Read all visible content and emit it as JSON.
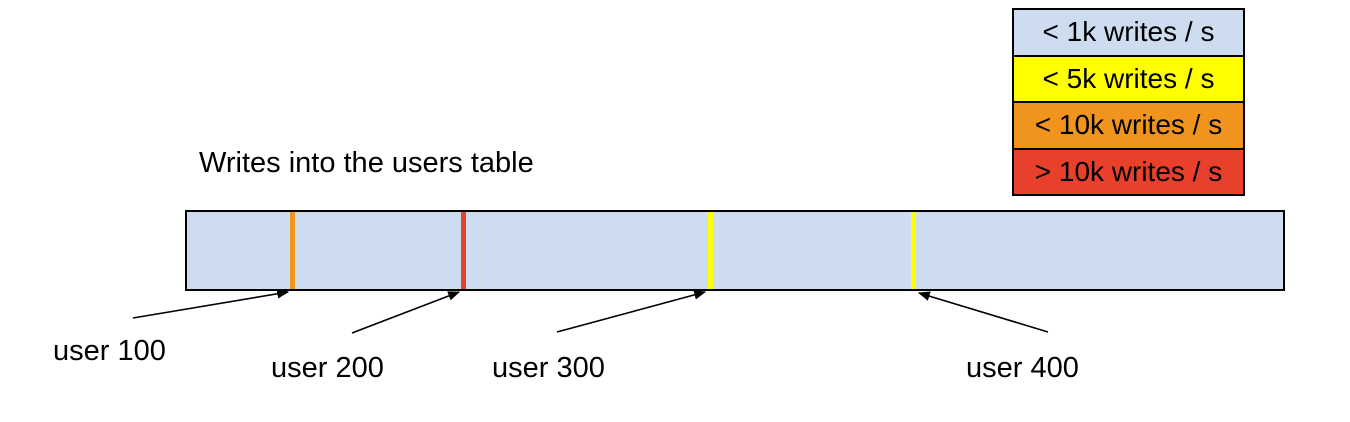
{
  "title": "Writes into the users table",
  "legend": {
    "items": [
      {
        "label": "< 1k writes / s",
        "color": "#cddcef"
      },
      {
        "label": "< 5k writes / s",
        "color": "#ffff00"
      },
      {
        "label": "< 10k writes / s",
        "color": "#f0941e"
      },
      {
        "label": "> 10k writes / s",
        "color": "#e8402a"
      }
    ]
  },
  "bar": {
    "fill": "#cddcef",
    "border_color": "#000000",
    "markers": [
      {
        "user": "user 100",
        "color": "#f0941e",
        "rate_band": "< 10k writes / s"
      },
      {
        "user": "user 200",
        "color": "#e8402a",
        "rate_band": "> 10k writes / s"
      },
      {
        "user": "user 300",
        "color": "#ffff00",
        "rate_band": "< 5k writes / s"
      },
      {
        "user": "user 400",
        "color": "#ffff00",
        "rate_band": "< 5k writes / s"
      }
    ]
  },
  "labels": [
    {
      "text": "user 100"
    },
    {
      "text": "user 200"
    },
    {
      "text": "user 300"
    },
    {
      "text": "user 400"
    }
  ]
}
